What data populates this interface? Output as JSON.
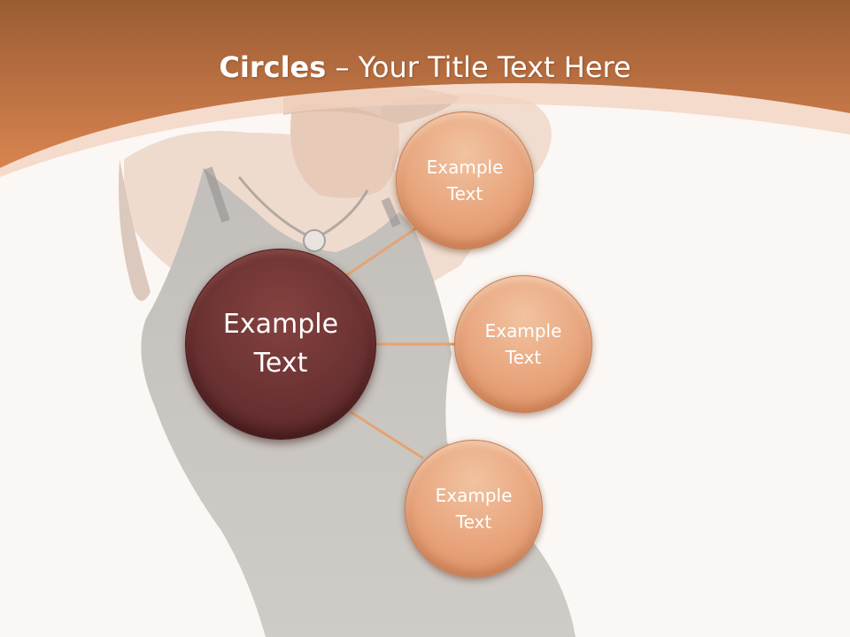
{
  "slide": {
    "title_bold": "Circles",
    "title_rest": " – Your Title Text Here",
    "center_circle": {
      "line1": "Example",
      "line2": "Text"
    },
    "outer_circles": [
      {
        "line1": "Example",
        "line2": "Text"
      },
      {
        "line1": "Example",
        "line2": "Text"
      },
      {
        "line1": "Example",
        "line2": "Text"
      }
    ]
  },
  "colors": {
    "header_orange": "#c96f3c",
    "background": "#fbf7f4",
    "center_circle": "#6b3233",
    "outer_circle": "#e8a47c",
    "connector": "#e0a070"
  },
  "background_image": "woman-silhouette-photo"
}
